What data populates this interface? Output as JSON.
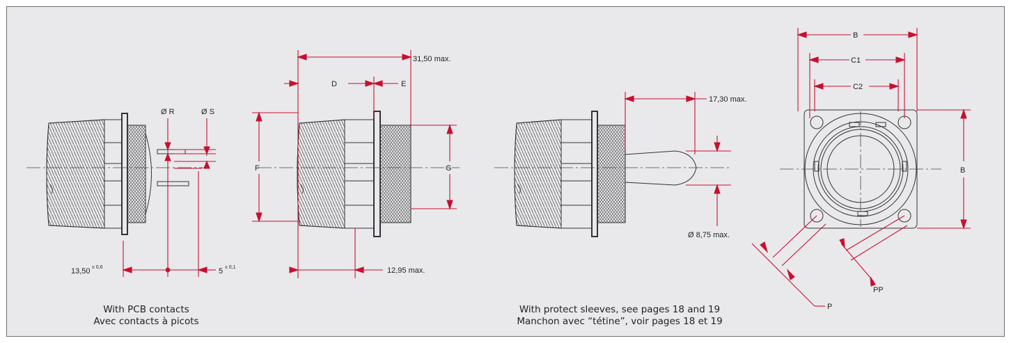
{
  "colors": {
    "background": "#e9e9ec",
    "accent": "#c8102e",
    "line": "#333333"
  },
  "dims": {
    "phi_r": "Ø R",
    "phi_s": "Ø S",
    "d1350": "13,50",
    "d1350_tol": "± 0,6",
    "d5": "5",
    "d5_tol": "± 0,1",
    "max3150": "31,50 max.",
    "d": "D",
    "e": "E",
    "f": "F",
    "g": "G",
    "max1295": "12,95 max.",
    "max1730": "17,30 max.",
    "max875": "Ø 8,75 max.",
    "b_top": "B",
    "c1": "C1",
    "c2": "C2",
    "b_right": "B",
    "p": "P",
    "pp": "PP"
  },
  "captions": {
    "pcb_en": "With PCB contacts",
    "pcb_fr": "Avec contacts à picots",
    "sleeve_en": "With protect sleeves, see pages 18 and 19",
    "sleeve_fr": "Manchon avec “tétine”, voir pages 18 et 19"
  }
}
